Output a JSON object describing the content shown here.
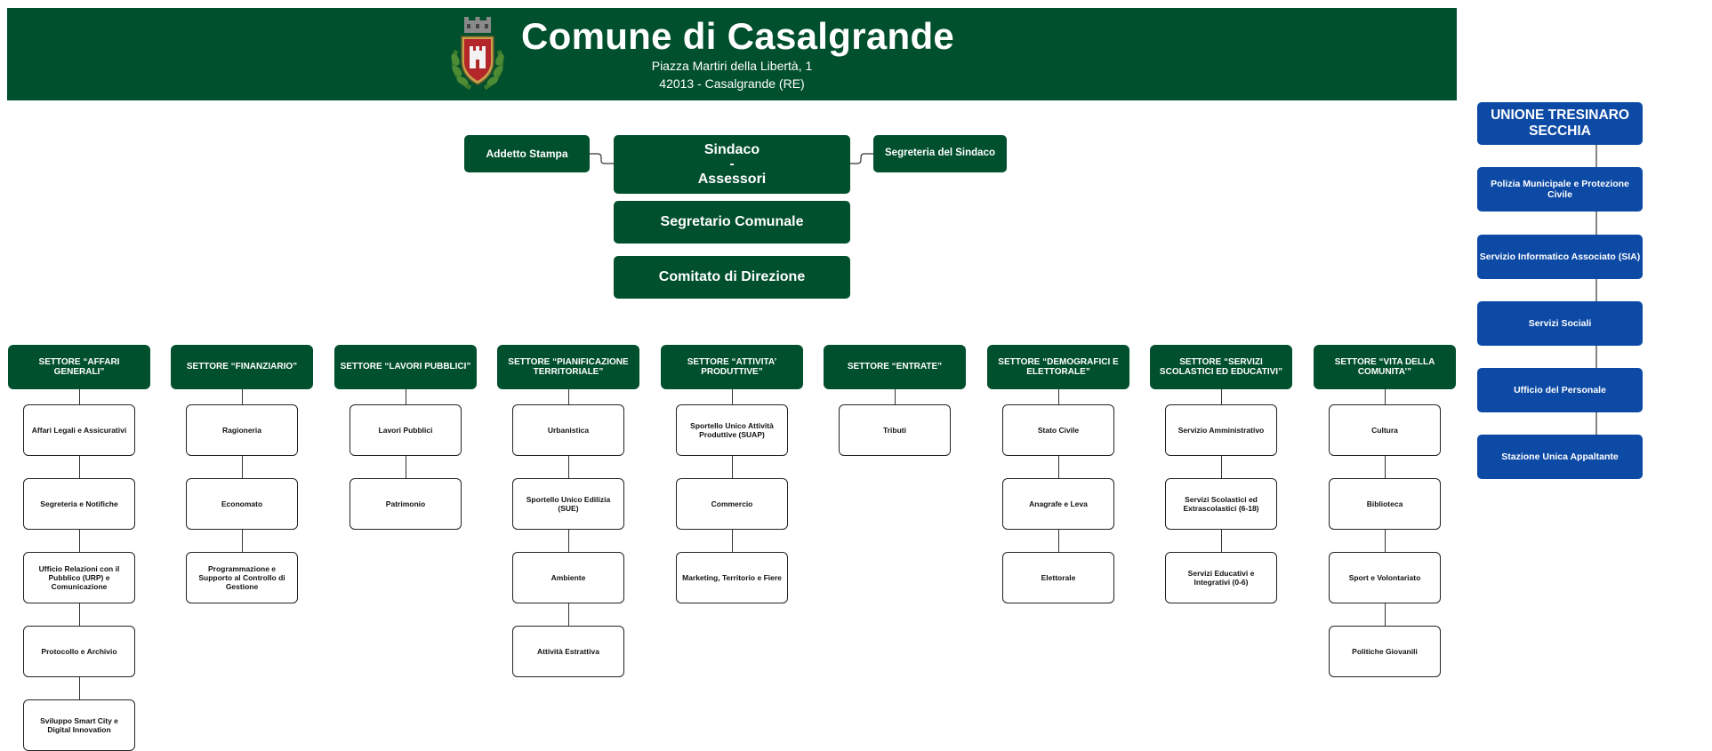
{
  "header": {
    "title": "Comune di Casalgrande",
    "address_line1": "Piazza Martiri della Libertà, 1",
    "address_line2": "42013 - Casalgrande (RE)"
  },
  "top": {
    "sindaco_line1": "Sindaco",
    "sindaco_line2": "-",
    "sindaco_line3": "Assessori",
    "addetto_stampa": "Addetto Stampa",
    "segreteria_sindaco": "Segreteria del Sindaco",
    "segretario": "Segretario Comunale",
    "comitato": "Comitato di Direzione"
  },
  "sectors": [
    {
      "title": "SETTORE “AFFARI GENERALI”",
      "items": [
        "Affari Legali e Assicurativi",
        "Segreteria e Notifiche",
        "Ufficio Relazioni con il Pubblico (URP) e Comunicazione",
        "Protocollo e Archivio",
        "Sviluppo Smart City e Digital Innovation"
      ]
    },
    {
      "title": "SETTORE “FINANZIARIO”",
      "items": [
        "Ragioneria",
        "Economato",
        "Programmazione e Supporto al Controllo di Gestione"
      ]
    },
    {
      "title": "SETTORE “LAVORI PUBBLICI”",
      "items": [
        "Lavori Pubblici",
        "Patrimonio"
      ]
    },
    {
      "title": "SETTORE “PIANIFICAZIONE TERRITORIALE”",
      "items": [
        "Urbanistica",
        "Sportello Unico Edilizia (SUE)",
        "Ambiente",
        "Attività Estrattiva"
      ]
    },
    {
      "title": "SETTORE “ATTIVITA’ PRODUTTIVE”",
      "items": [
        "Sportello Unico Attività Produttive (SUAP)",
        "Commercio",
        "Marketing, Territorio e Fiere"
      ]
    },
    {
      "title": "SETTORE “ENTRATE”",
      "items": [
        "Tributi"
      ]
    },
    {
      "title": "SETTORE “DEMOGRAFICI E ELETTORALE”",
      "items": [
        "Stato Civile",
        "Anagrafe e Leva",
        "Elettorale"
      ]
    },
    {
      "title": "SETTORE “SERVIZI SCOLASTICI ED EDUCATIVI”",
      "items": [
        "Servizio Amministrativo",
        "Servizi Scolastici ed Extrascolastici (6-18)",
        "Servizi Educativi e Integrativi (0-6)"
      ]
    },
    {
      "title": "SETTORE “VITA DELLA COMUNITA’”",
      "items": [
        "Cultura",
        "Biblioteca",
        "Sport e Volontariato",
        "Politiche Giovanili"
      ]
    }
  ],
  "union": {
    "title": "UNIONE TRESINARO SECCHIA",
    "items": [
      "Polizia Municipale e Protezione Civile",
      "Servizio Informatico Associato (SIA)",
      "Servizi Sociali",
      "Ufficio del Personale",
      "Stazione Unica Appaltante"
    ]
  },
  "colors": {
    "green": "#004f2d",
    "blue": "#0d4aa5"
  }
}
